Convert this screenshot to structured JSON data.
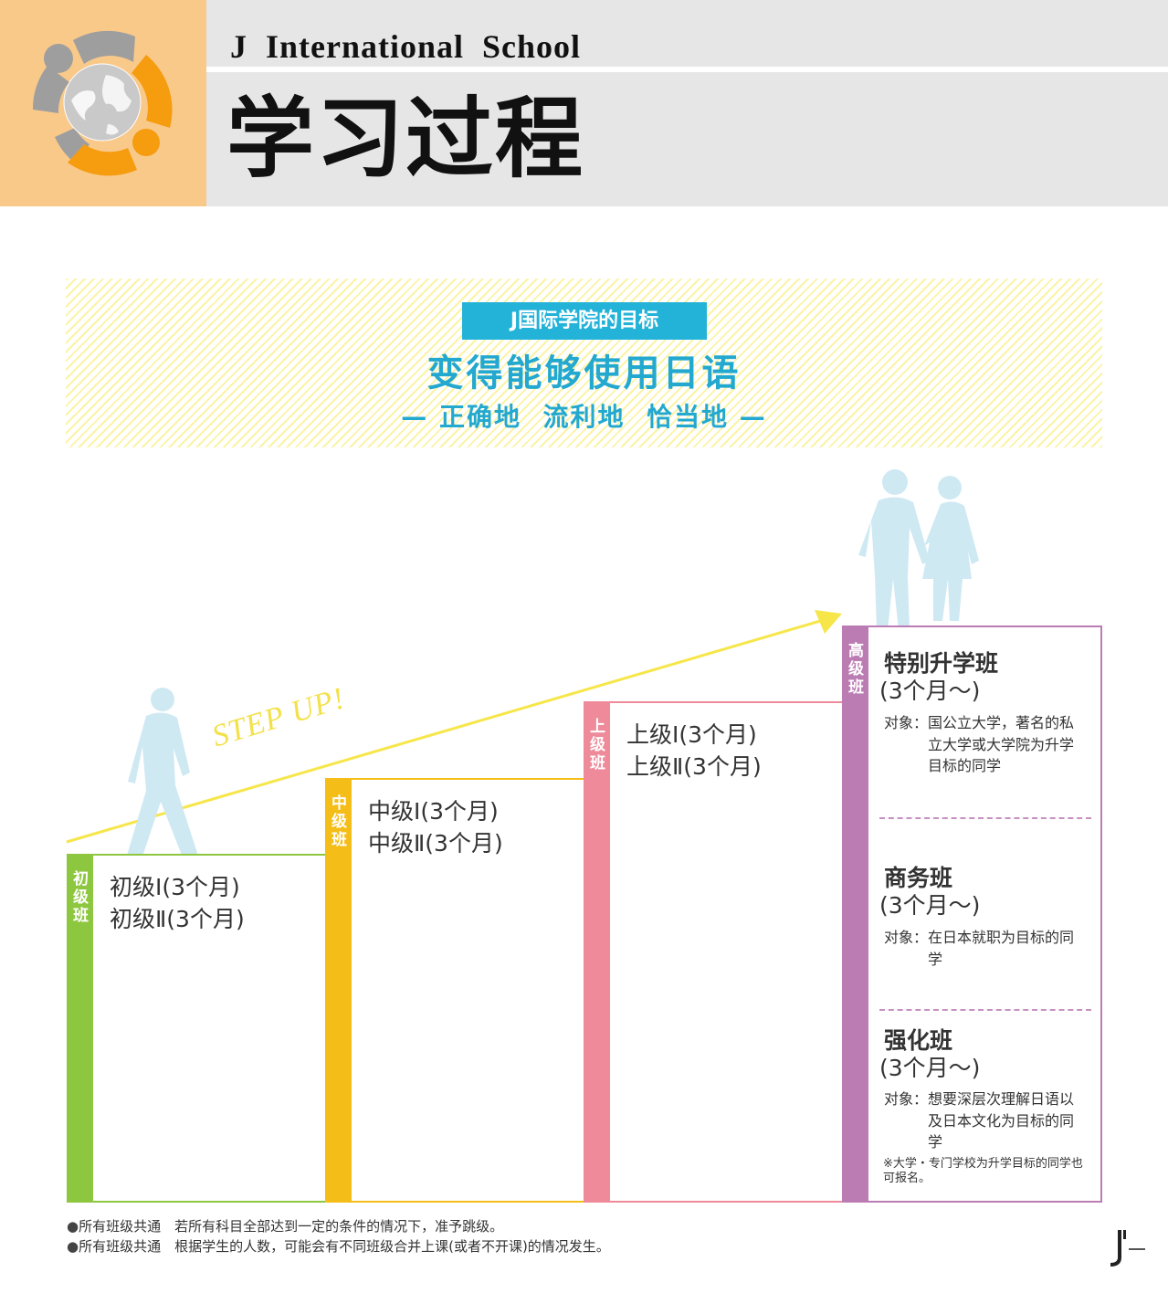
{
  "header": {
    "school_name": "J International School",
    "page_title": "学习过程",
    "colors": {
      "logo_bg": "#f9c98a",
      "title_bg": "#e6e6e6",
      "logo_orange": "#f59c0f",
      "logo_gray": "#9e9e9e"
    }
  },
  "goal": {
    "badge": "J国际学院的目标",
    "main": "变得能够使用日语",
    "sub": "— 正确地  流利地  恰当地 —",
    "color": "#23a8cf"
  },
  "arrow_label": "STEP UP!",
  "steps": [
    {
      "tab": "初级班",
      "color": "#8dc63f",
      "lines": [
        "初级Ⅰ(3个月)",
        "初级Ⅱ(3个月)"
      ]
    },
    {
      "tab": "中级班",
      "color": "#f5bd18",
      "lines": [
        "中级Ⅰ(3个月)",
        "中级Ⅱ(3个月)"
      ]
    },
    {
      "tab": "上级班",
      "color": "#ee8a9a",
      "lines": [
        "上级Ⅰ(3个月)",
        "上级Ⅱ(3个月)"
      ]
    },
    {
      "tab": "高级班",
      "color": "#bb7cb3",
      "courses": [
        {
          "name": "特别升学班",
          "duration": "(3个月～)",
          "target_label": "对象：",
          "target": "国公立大学，著名的私立大学或大学院为升学目标的同学"
        },
        {
          "name": "商务班",
          "duration": "(3个月～)",
          "target_label": "对象：",
          "target": "在日本就职为目标的同学"
        },
        {
          "name": "强化班",
          "duration": "(3个月～)",
          "target_label": "对象：",
          "target": "想要深层次理解日语以及日本文化为目标的同学"
        }
      ],
      "note": "※大学・专门学校为升学目标的同学也可报名。"
    }
  ],
  "footnotes": [
    {
      "bullet": "●",
      "text": "所有班级共通　若所有科目全部达到一定的条件的情况下，准予跳级。"
    },
    {
      "bullet": "●",
      "text": "所有班级共通　根据学生的人数，可能会有不同班级合并上课(或者不开课)的情况发生。"
    }
  ]
}
